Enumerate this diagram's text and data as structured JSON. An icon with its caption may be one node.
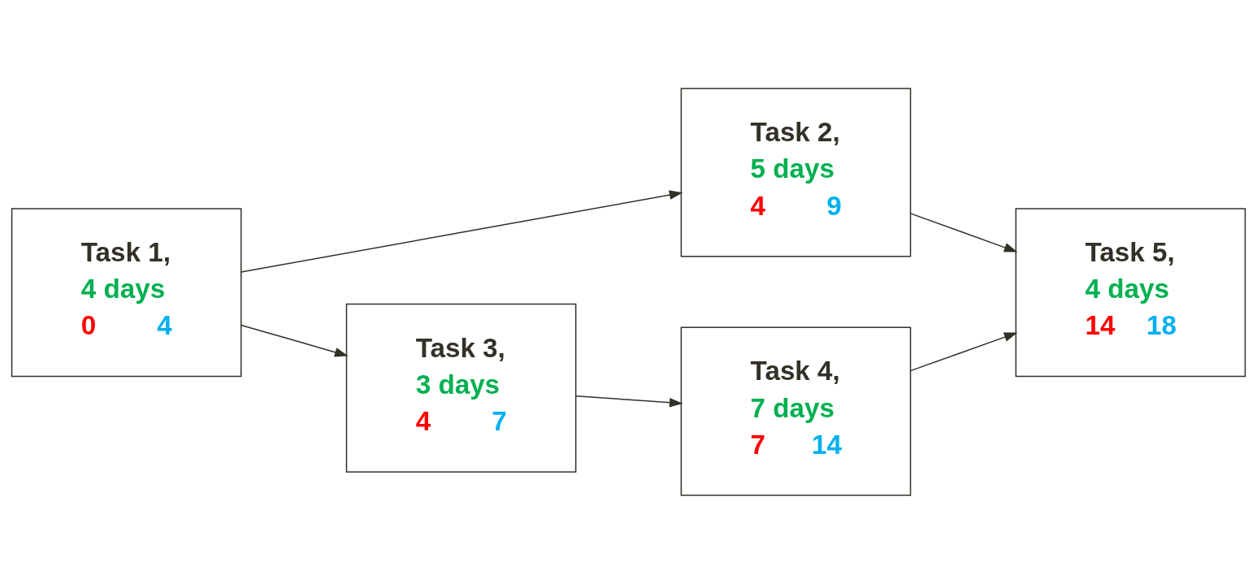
{
  "diagram": {
    "nodes": [
      {
        "text": [
          "Task 1,",
          "4 days",
          "0",
          "4"
        ]
      },
      {
        "text": [
          "Task 2,",
          "5 days",
          "4",
          "9"
        ]
      },
      {
        "text": [
          "Task 3,",
          "3 days",
          "4",
          "7"
        ]
      },
      {
        "text": [
          "Task 4,",
          "7 days",
          "7",
          "14"
        ]
      },
      {
        "text": [
          "Task 5,",
          "4 days",
          "14",
          "18"
        ]
      }
    ],
    "edges": [
      {
        "from": 0,
        "to": 1,
        "arrow": "to"
      },
      {
        "from": 0,
        "to": 2,
        "arrow": "to"
      },
      {
        "from": 1,
        "to": 4,
        "arrow": "to"
      },
      {
        "from": 2,
        "to": 3,
        "arrow": "to"
      },
      {
        "from": 3,
        "to": 4,
        "arrow": "to"
      }
    ]
  }
}
